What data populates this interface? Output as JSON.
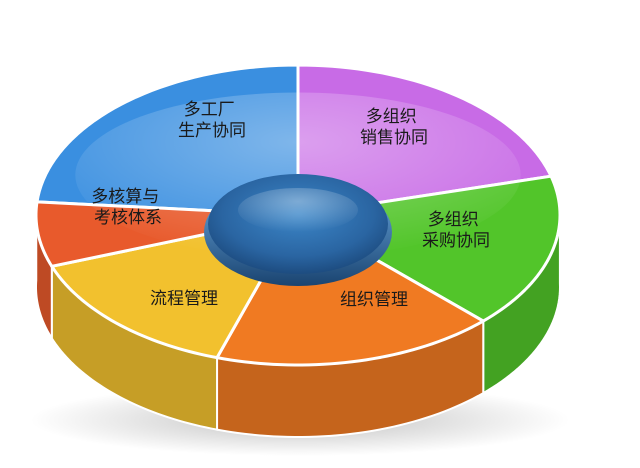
{
  "diagram": {
    "segments": [
      {
        "id": "multi-factory",
        "lines": [
          "多工厂",
          "生产协同"
        ],
        "color": "#3a8fe0"
      },
      {
        "id": "multi-org-sales",
        "lines": [
          "多组织",
          "销售协同"
        ],
        "color": "#c86be6"
      },
      {
        "id": "multi-org-purchase",
        "lines": [
          "多组织",
          "采购协同"
        ],
        "color": "#52c52a"
      },
      {
        "id": "org-management",
        "lines": [
          "组织管理"
        ],
        "color": "#f07a22"
      },
      {
        "id": "process-management",
        "lines": [
          "流程管理"
        ],
        "color": "#f2c12e"
      },
      {
        "id": "multi-accounting",
        "lines": [
          "多核算与",
          "考核体系"
        ],
        "color": "#e85a2c"
      }
    ],
    "hub_color": "#2a6aa8"
  }
}
